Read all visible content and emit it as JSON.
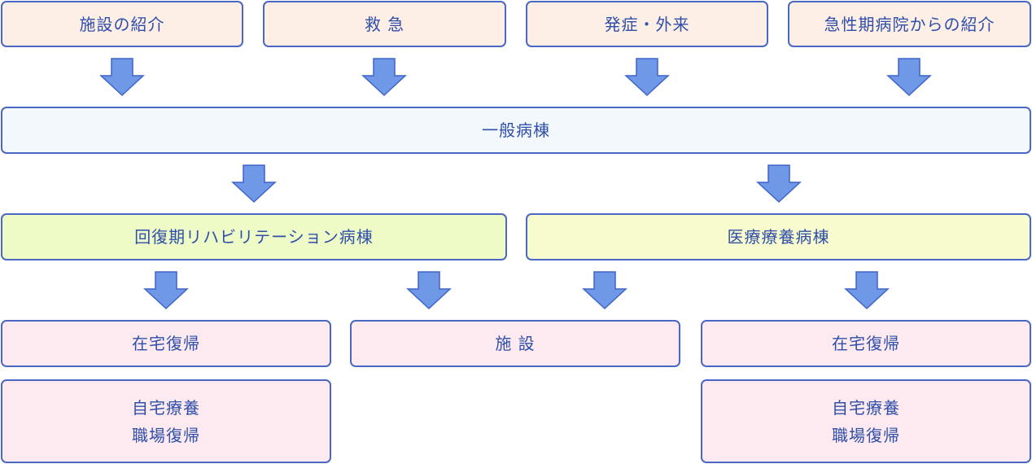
{
  "sources": [
    {
      "label": "施設の紹介"
    },
    {
      "label": "救 急"
    },
    {
      "label": "発症・外来"
    },
    {
      "label": "急性期病院からの紹介"
    }
  ],
  "general_ward": {
    "label": "一般病棟"
  },
  "rehab_ward": {
    "label": "回復期リハビリテーション病棟"
  },
  "chronic_ward": {
    "label": "医療療養病棟"
  },
  "destinations": {
    "home_return_left": {
      "label": "在宅復帰"
    },
    "facility": {
      "label": "施 設"
    },
    "home_return_right": {
      "label": "在宅復帰"
    },
    "home_care_left": {
      "label": "自宅療養\n職場復帰"
    },
    "home_care_right": {
      "label": "自宅療養\n職場復帰"
    }
  },
  "colors": {
    "border": "#4a67c4",
    "text": "#2f4fa8",
    "arrow_fill": "#6f99e6",
    "arrow_stroke": "#3f64c8",
    "source_bg": "#fdeee6",
    "general_bg": "#f3f8fd",
    "rehab_bg": "#eefbc7",
    "chronic_bg": "#f8fbcd",
    "destination_bg": "#fdeaf1"
  }
}
